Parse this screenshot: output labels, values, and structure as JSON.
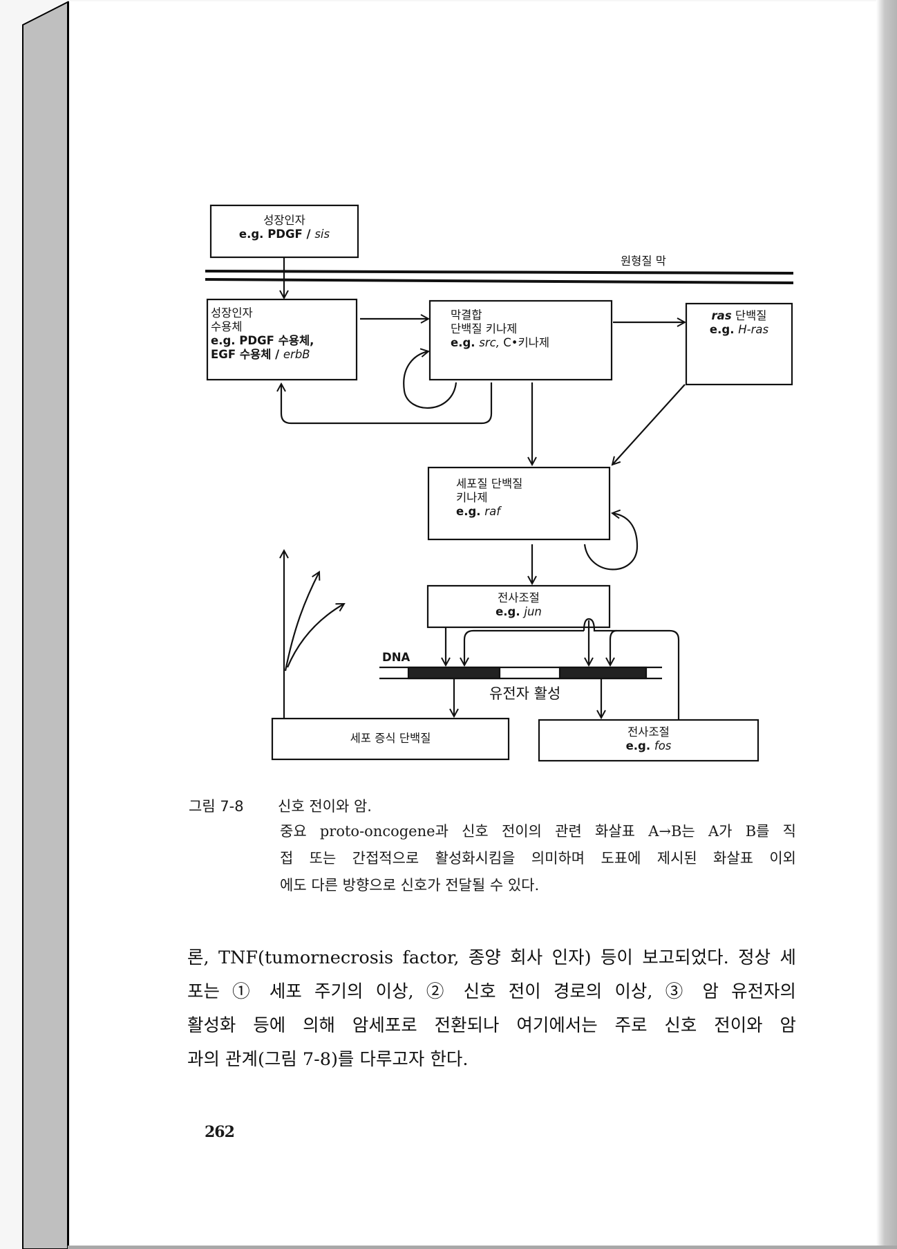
{
  "diagram": {
    "membrane_label": "원형질 막",
    "growth_factor": {
      "title": "성장인자",
      "eg": "e.g. PDGF / ",
      "gene": "sis"
    },
    "receptor": {
      "line1": "성장인자",
      "line2": "수용체",
      "line3": "e.g. PDGF 수용체,",
      "line4": "EGF 수용체 / ",
      "gene": "erbB"
    },
    "membrane_kinase": {
      "line1": "막결합",
      "line2": "단백질 키나제",
      "eg": "e.g. ",
      "gene": "src,",
      "suffix": " C•키나제"
    },
    "ras": {
      "gene": "ras",
      "title": " 단백질",
      "eg": "e.g. ",
      "example": "H-ras"
    },
    "cytoplasmic_kinase": {
      "line1": "세포질 단백질",
      "line2": "키나제",
      "eg": "e.g. ",
      "gene": "raf"
    },
    "transcription_jun": {
      "title": "전사조절",
      "eg": "e.g. ",
      "gene": "jun"
    },
    "dna_label": "DNA",
    "gene_activation": "유전자 활성",
    "proliferation": {
      "title": "세포 증식 단백질"
    },
    "transcription_fos": {
      "title": "전사조절",
      "eg": "e.g. ",
      "gene": "fos"
    }
  },
  "caption": {
    "number": "그림 7-8",
    "title": "신호 전이와 암.",
    "lines": [
      "중요 proto-oncogene과 신호 전이의 관련 화살표 A→B는 A가 B를 직",
      "접 또는 간접적으로 활성화시킴을 의미하며 도표에 제시된 화살표 이외",
      "에도 다른 방향으로 신호가 전달될 수 있다."
    ]
  },
  "body": {
    "lines": [
      "론, TNF(tumornecrosis factor, 종양 회사 인자) 등이 보고되었다. 정상 세",
      "포는 ① 세포 주기의 이상, ② 신호 전이 경로의 이상, ③ 암 유전자의",
      "활성화 등에 의해 암세포로 전환되나 여기에서는 주로 신호 전이와 암",
      "과의 관계(그림 7-8)를 다루고자 한다."
    ]
  },
  "page_number": "262"
}
